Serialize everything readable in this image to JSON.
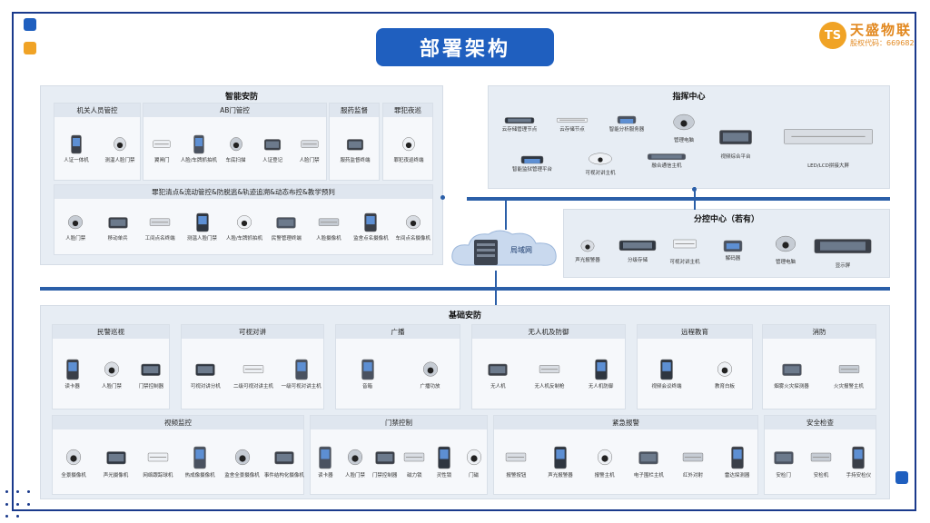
{
  "title": "部署架构",
  "logo": {
    "mark": "TS",
    "name": "天盛物联",
    "code": "股权代码：669682"
  },
  "network": {
    "label": "局域网"
  },
  "smart_security": {
    "title": "智能安防",
    "groups": [
      {
        "title": "机关人员管控",
        "items": [
          "人证一体机",
          "测温人脸门禁"
        ]
      },
      {
        "title": "AB门管控",
        "items": [
          "翼闸门",
          "人脸/车牌抓拍机",
          "车底扫描",
          "人证登记",
          "人脸门禁"
        ]
      },
      {
        "title": "服药监督",
        "items": [
          "服药监督终端"
        ]
      },
      {
        "title": "罪犯夜巡",
        "items": [
          "罪犯夜巡终端"
        ]
      }
    ],
    "bottom_group": {
      "title": "罪犯清点&流动管控&防脱逃&轨迹追溯&动态布控&教学预判",
      "items": [
        "人脸门禁",
        "移动单兵",
        "工间点名终端",
        "测温人脸门禁",
        "人脸/车牌抓拍机",
        "民警管理终端",
        "人脸摄像机",
        "监舍点名摄像机",
        "车间点名摄像机"
      ]
    }
  },
  "command_center": {
    "title": "指挥中心",
    "items": [
      "云存储管理节点",
      "云存储节点",
      "智能分析服务器",
      "管理电脑",
      "视频综合平台",
      "LED/LCD拼接大屏",
      "智能监狱管理平台",
      "可视对讲主机",
      "融合通信主机"
    ]
  },
  "sub_center": {
    "title": "分控中心（若有）",
    "items": [
      "声光报警器",
      "分级存储",
      "可视对讲主机",
      "解码器",
      "管理电脑",
      "显示屏"
    ]
  },
  "basic_security": {
    "title": "基础安防",
    "row1": [
      {
        "title": "民警巡视",
        "items": [
          "读卡器",
          "人脸门禁",
          "门禁控制器"
        ]
      },
      {
        "title": "可视对讲",
        "items": [
          "可视对讲分机",
          "二级可视对讲主机",
          "一级可视对讲主机"
        ]
      },
      {
        "title": "广播",
        "items": [
          "音箱",
          "广播功放"
        ]
      },
      {
        "title": "无人机及防御",
        "items": [
          "无人机",
          "无人机反制枪",
          "无人机防御"
        ]
      },
      {
        "title": "远程教育",
        "items": [
          "视频会议终端",
          "教育白板"
        ]
      },
      {
        "title": "消防",
        "items": [
          "烟雾火灾探测器",
          "火灾报警主机"
        ]
      }
    ],
    "row2": [
      {
        "title": "视频监控",
        "items": [
          "全景摄像机",
          "声光摄像机",
          "网络跟踪球机",
          "热成像摄像机",
          "监舍全景摄像机",
          "事件结构化摄像机"
        ]
      },
      {
        "title": "门禁控制",
        "items": [
          "读卡器",
          "人脸门禁",
          "门禁控制器",
          "磁力锁",
          "灵性锁",
          "门磁"
        ]
      },
      {
        "title": "紧急报警",
        "items": [
          "报警按钮",
          "声光报警器",
          "报警主机",
          "电子围栏主机",
          "红外对射",
          "雷达探测器"
        ]
      },
      {
        "title": "安全检查",
        "items": [
          "安检门",
          "安检机",
          "手持安检仪"
        ]
      }
    ]
  },
  "colors": {
    "accent": "#1f5fbf",
    "bus": "#2b5fa8",
    "logo": "#f0a326"
  }
}
